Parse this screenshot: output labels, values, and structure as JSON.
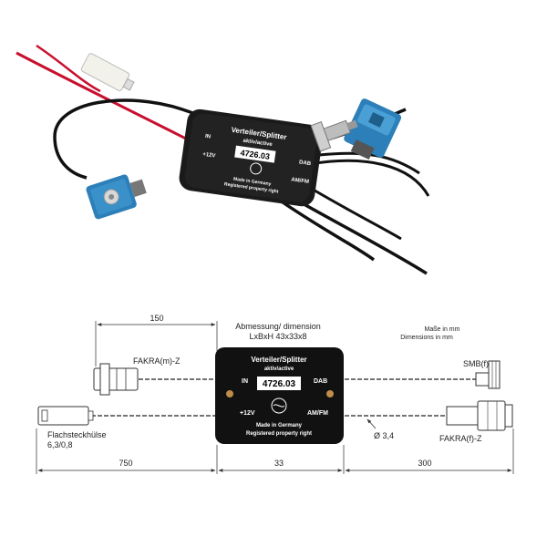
{
  "photo": {
    "box_title": "Verteiler/Splitter",
    "box_subtitle": "aktiv/active",
    "part_number": "4726.03",
    "port_in": "IN",
    "port_dab": "DAB",
    "port_power": "+12V",
    "port_amfm": "AM/FM",
    "made_in": "Made in Germany",
    "property": "Registered property right"
  },
  "drawing": {
    "dimension_caption_line1": "Abmessung/ dimension",
    "dimension_caption_line2": "LxBxH 43x33x8",
    "units_de": "Maße in mm",
    "units_en": "Dimensions in mm",
    "box_title": "Verteiler/Splitter",
    "box_subtitle": "aktiv/active",
    "part_number": "4726.03",
    "port_in": "IN",
    "port_dab": "DAB",
    "port_power": "+12V",
    "port_amfm": "AM/FM",
    "made_in": "Made in Germany",
    "property": "Registered property right",
    "dim_top_left": "150",
    "dim_bottom_left": "750",
    "dim_bottom_mid": "33",
    "dim_bottom_right": "300",
    "label_fakra_m": "FAKRA(m)-Z",
    "label_smb": "SMB(f)",
    "label_flach_1": "Flachsteckhülse",
    "label_flach_2": "6,3/0,8",
    "label_diameter": "Ø 3,4",
    "label_fakra_f": "FAKRA(f)-Z"
  }
}
